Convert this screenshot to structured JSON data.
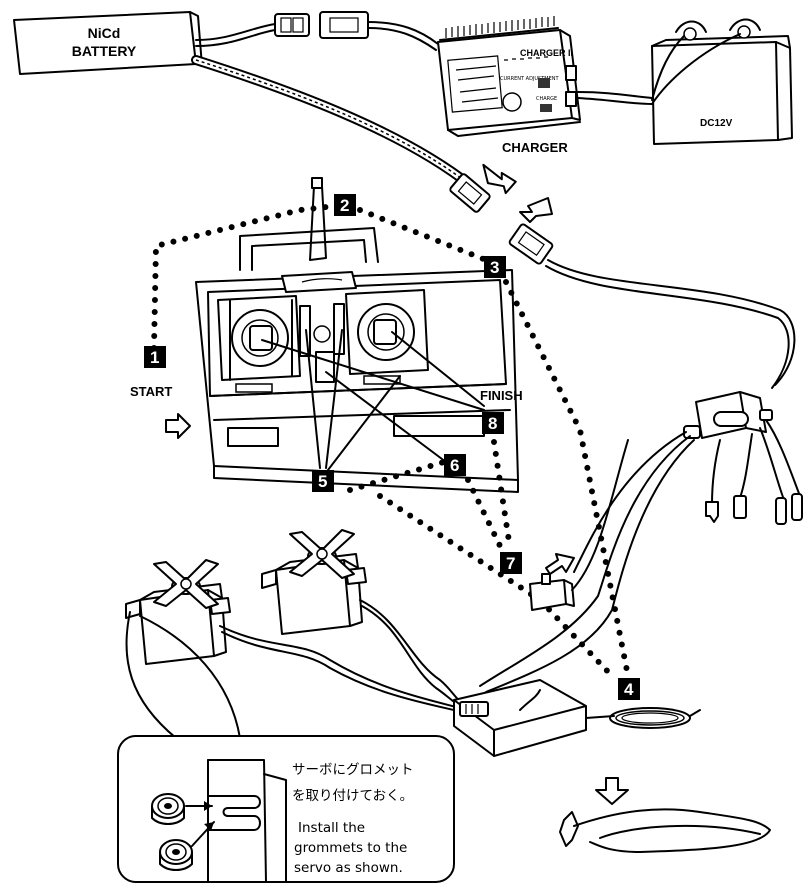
{
  "battery": {
    "line1": "NiCd",
    "line2": "BATTERY"
  },
  "charger": {
    "label": "CHARGER",
    "panel_brand": "CHARGER II",
    "current_adj": "CURRENT ADJUSTMENT",
    "charge": "CHARGE"
  },
  "power": {
    "label": "DC12V"
  },
  "steps": [
    "1",
    "2",
    "3",
    "4",
    "5",
    "6",
    "7",
    "8"
  ],
  "start_label": "START",
  "finish_label": "FINISH",
  "note": {
    "jp_line1": "サーボにグロメット",
    "jp_line2": "を取り付けておく。",
    "en_line1": "Install the",
    "en_line2": "grommets to the",
    "en_line3": "servo as shown."
  }
}
